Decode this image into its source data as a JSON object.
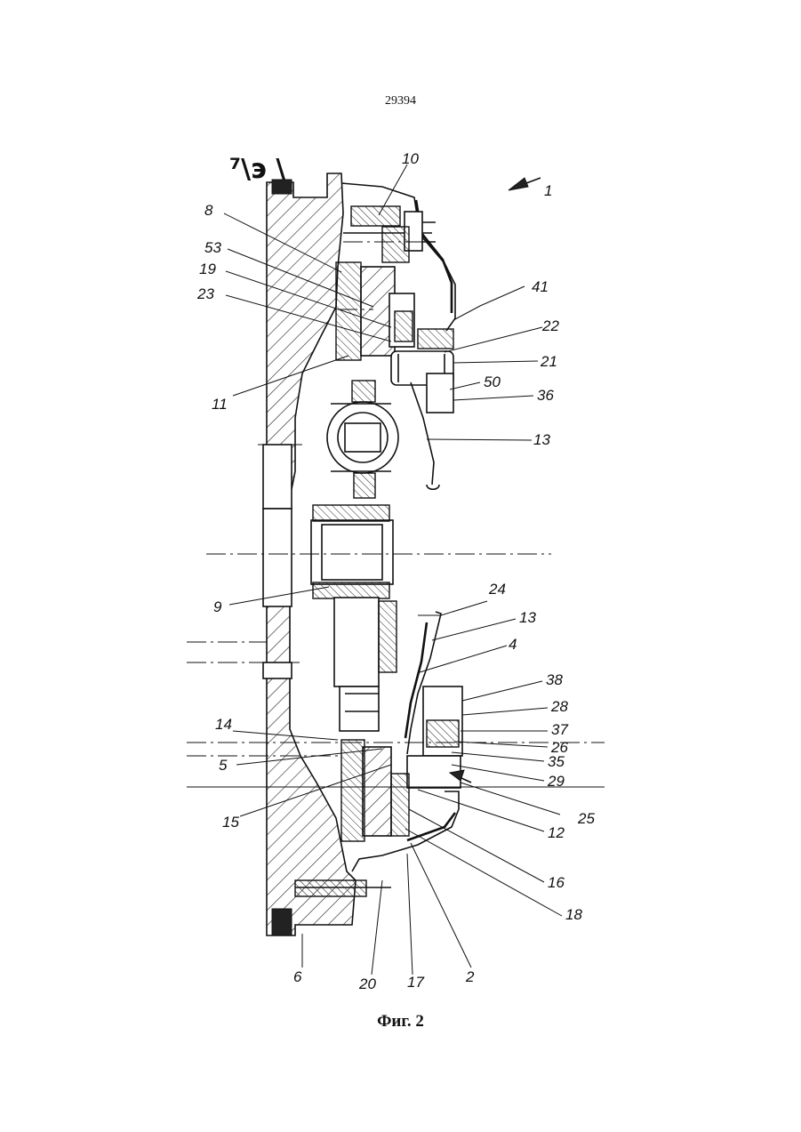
{
  "page": {
    "number": "29394",
    "caption": "Фиг. 2",
    "top_mark": "⁷\\э \\"
  },
  "figure": {
    "labels": [
      "1",
      "10",
      "8",
      "53",
      "19",
      "23",
      "11",
      "41",
      "22",
      "21",
      "50",
      "36",
      "13",
      "9",
      "24",
      "13",
      "4",
      "38",
      "28",
      "37",
      "26",
      "14",
      "5",
      "35",
      "29",
      "15",
      "12",
      "25",
      "16",
      "18",
      "6",
      "20",
      "17",
      "2"
    ]
  }
}
